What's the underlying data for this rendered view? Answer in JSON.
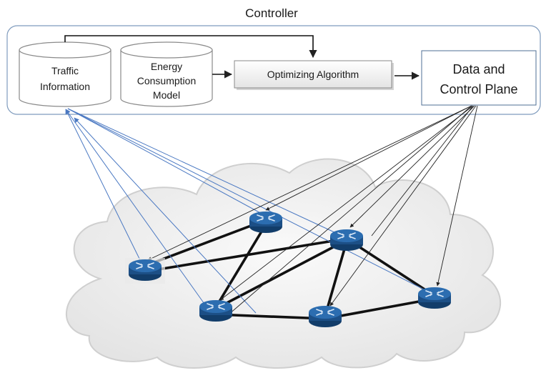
{
  "controller": {
    "title": "Controller",
    "traffic_information": [
      "Traffic",
      "Information"
    ],
    "energy_model": [
      "Energy",
      "Consumption",
      "Model"
    ],
    "optimizer": "Optimizing Algorithm",
    "data_control_plane": [
      "Data and",
      "Control Plane"
    ]
  },
  "network": {
    "router_count": 6,
    "icon": "router-icon",
    "links": [
      [
        "router-left",
        "router-top"
      ],
      [
        "router-left",
        "router-right-center"
      ],
      [
        "router-top",
        "router-bottom-left"
      ],
      [
        "router-right-center",
        "router-bottom-left"
      ],
      [
        "router-right-center",
        "router-bottom-center"
      ],
      [
        "router-right-center",
        "router-far-right"
      ],
      [
        "router-bottom-left",
        "router-bottom-center"
      ],
      [
        "router-bottom-center",
        "router-far-right"
      ]
    ]
  },
  "colors": {
    "controller_border": "#7f9bbd",
    "telemetry_lines": "#4a78c2",
    "control_lines": "#222222",
    "router_fill": "#1f5a95",
    "cloud_fill": "#eeeeee"
  }
}
